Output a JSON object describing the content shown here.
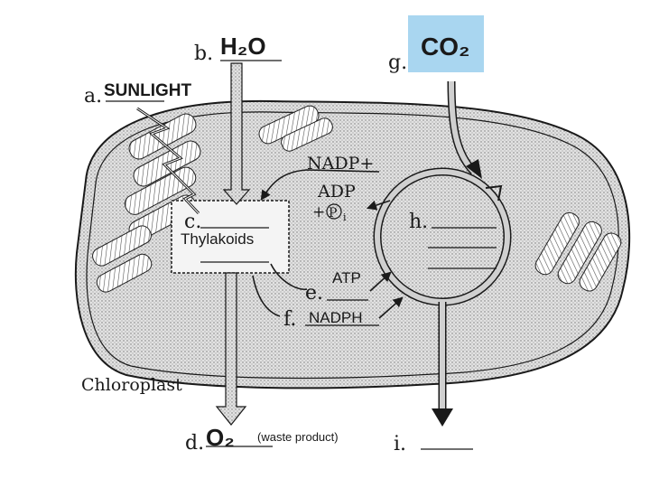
{
  "labels": {
    "a_letter": "a.",
    "a_text": "SUNLIGHT",
    "b_letter": "b.",
    "b_text": "H₂O",
    "c_letter": "c.",
    "c_text": "Thylakoids",
    "d_letter": "d.",
    "d_text": "O₂",
    "d_note": "(waste product)",
    "e_letter": "e.",
    "e_text": "ATP",
    "f_letter": "f.",
    "f_text": "NADPH",
    "g_letter": "g.",
    "g_text": "CO₂",
    "h_letter": "h.",
    "i_letter": "i."
  },
  "molecules": {
    "nadp": "NADP+",
    "adp": "ADP",
    "pi_plus": "+",
    "pi_symbol": "P",
    "pi_sub": "i"
  },
  "organelle_label": "Chloroplast",
  "colors": {
    "co2_highlight": "#a9d6f0",
    "ink": "#1a1a1a",
    "arrow_fill": "#d0d0d0"
  }
}
